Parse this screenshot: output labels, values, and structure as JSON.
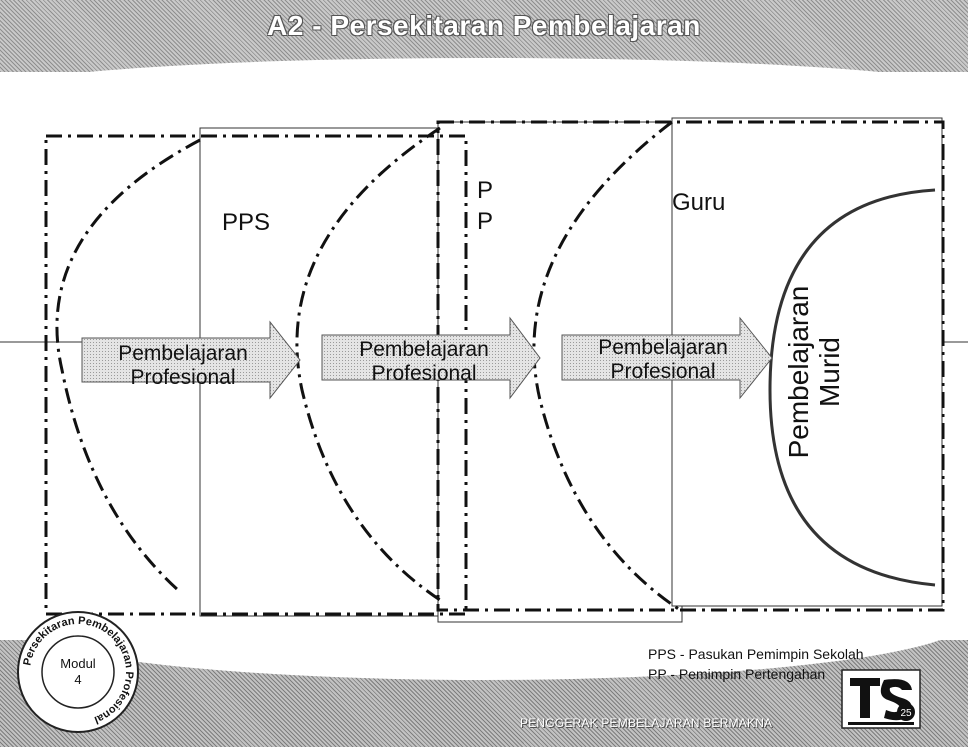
{
  "slide": {
    "title": "A2 - Persekitaran Pembelajaran",
    "footer": "PENGGERAK PEMBELAJARAN BERMAKNA"
  },
  "diagram": {
    "column_labels": [
      "PPS",
      "P\nP",
      "Guru"
    ],
    "arrows": [
      {
        "line1": "Pembelajaran",
        "line2": "Profesional"
      },
      {
        "line1": "Pembelajaran",
        "line2": "Profesional"
      },
      {
        "line1": "Pembelajaran",
        "line2": "Profesional"
      }
    ],
    "center_label_line1": "Pembelajaran",
    "center_label_line2": "Murid"
  },
  "legend": {
    "pps": "PPS - Pasukan Pemimpin Sekolah",
    "pp": "PP - Pemimpin Pertengahan"
  },
  "seal": {
    "ring_text": "Persekitaran Pembelajaran Profesional",
    "line1": "Modul",
    "line2": "4"
  },
  "logo": {
    "text": "25"
  },
  "colors": {
    "band": "#a9a9a9",
    "line": "#111111",
    "arrow_fill": "#d8d8d8"
  }
}
